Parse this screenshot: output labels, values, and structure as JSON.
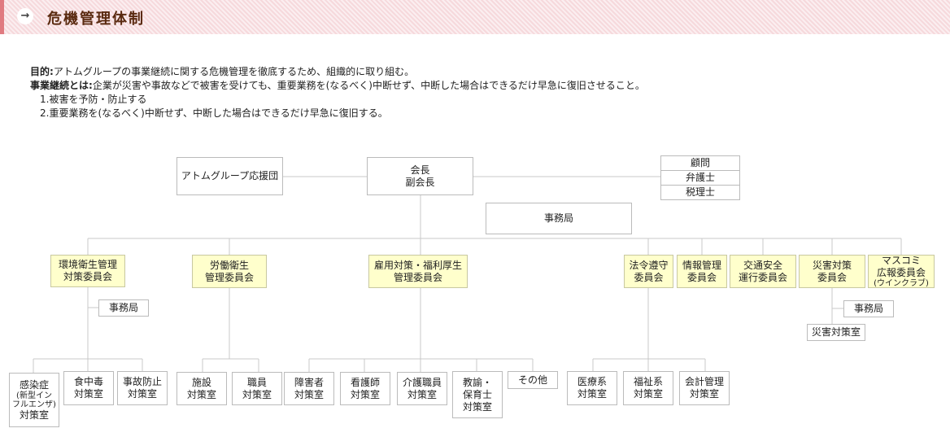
{
  "header": {
    "title": "危機管理体制",
    "icon": "right-arrow-icon",
    "accent": "#e07a80"
  },
  "description": {
    "purpose_label": "目的:",
    "purpose_text": "アトムグループの事業継続に関する危機管理を徹底するため、組織的に取り組む。",
    "bc_label": "事業継続とは:",
    "bc_text": "企業が災害や事故などで被害を受けても、重要業務を(なるべく)中断せず、中断した場合はできるだけ早急に復旧させること。",
    "items": [
      "1.被害を予防・防止する",
      "2.重要業務を(なるべく)中断せず、中断した場合はできるだけ早急に復旧する。"
    ]
  },
  "org": {
    "support": "アトムグループ応援団",
    "chair": "会長\n副会長",
    "advisors": [
      "顧問",
      "弁護士",
      "税理士"
    ],
    "secretariat": "事務局",
    "committees": {
      "env": "環境衛生管理\n対策委員会",
      "labor": "労働衛生\n管理委員会",
      "employ": "雇用対策・福利厚生\n管理委員会",
      "law": "法令遵守\n委員会",
      "info": "情報管理\n委員会",
      "traffic": "交通安全\n運行委員会",
      "disaster": "災害対策\n委員会",
      "media_main": "マスコミ\n広報委員会",
      "media_sub": "(ウインクラブ)"
    },
    "env_secretariat": "事務局",
    "disaster_secretariat": "事務局",
    "disaster_office": "災害対策室",
    "env_rooms": [
      "感染症",
      "(新型イン\nフルエンザ)",
      "対策室",
      "食中毒\n対策室",
      "事故防止\n対策室"
    ],
    "labor_rooms": [
      "施設\n対策室",
      "職員\n対策室"
    ],
    "employ_rooms": [
      "障害者\n対策室",
      "看護師\n対策室",
      "介護職員\n対策室",
      "教諭・\n保育士\n対策室",
      "その他"
    ],
    "law_rooms": [
      "医療系\n対策室",
      "福祉系\n対策室",
      "会計管理\n対策室"
    ]
  }
}
